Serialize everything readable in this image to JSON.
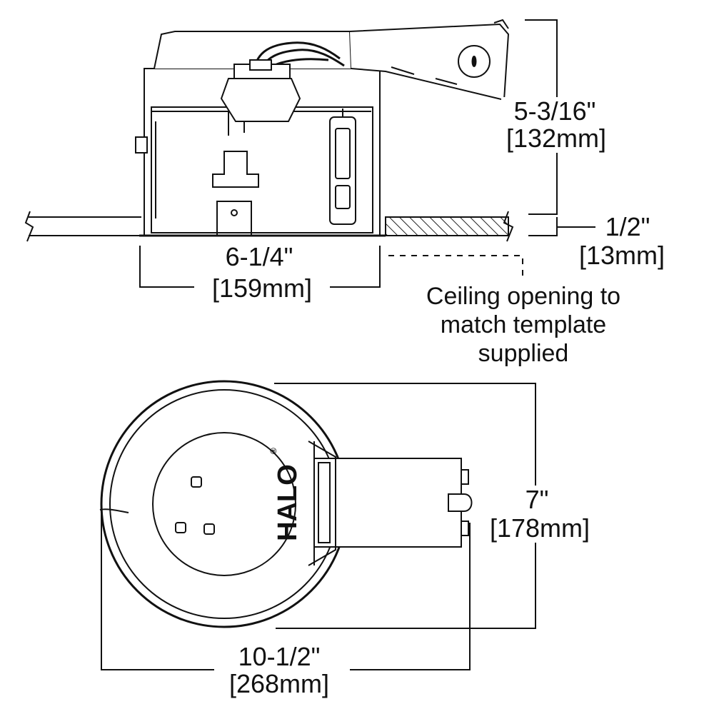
{
  "side_view": {
    "height": {
      "imperial": "5-3/16\"",
      "metric": "[132mm]"
    },
    "ceiling_thickness": {
      "imperial": "1/2\"",
      "metric": "[13mm]"
    },
    "width": {
      "imperial": "6-1/4\"",
      "metric": "[159mm]"
    },
    "note": [
      "Ceiling opening to",
      "match template",
      "supplied"
    ]
  },
  "top_view": {
    "brand": "HALO",
    "brand_mark": "®",
    "width": {
      "imperial": "7\"",
      "metric": "[178mm]"
    },
    "length": {
      "imperial": "10-1/2\"",
      "metric": "[268mm]"
    }
  }
}
